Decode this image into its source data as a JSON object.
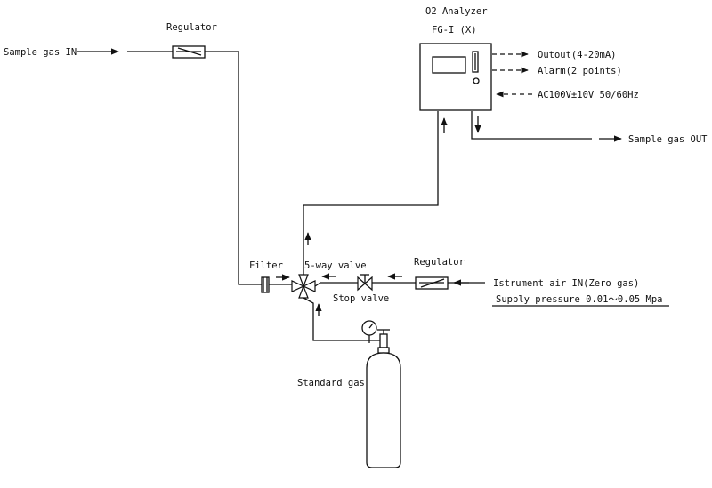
{
  "labels": {
    "sample_gas_in": "Sample gas IN",
    "regulator_top": "Regulator",
    "analyzer_name": "O2 Analyzer",
    "analyzer_model": "FG-I (X)",
    "output": "Outout(4-20mA)",
    "alarm": "Alarm(2 points)",
    "power": "AC100V±10V  50/60Hz",
    "sample_gas_out": "Sample gas OUT",
    "filter": "Filter",
    "five_way_valve": "5-way valve",
    "stop_valve": "Stop valve",
    "regulator_right": "Regulator",
    "instrument_air": "Istrument air IN(Zero gas)",
    "supply_pressure": "Supply pressure 0.01～0.05 Mpa",
    "standard_gas": "Standard gas"
  },
  "colors": {
    "line": "#111111",
    "background": "#ffffff"
  }
}
